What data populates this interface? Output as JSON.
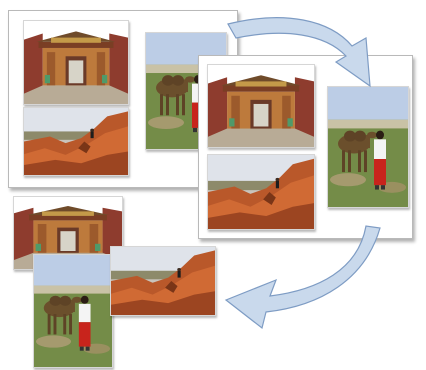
{
  "diagram": {
    "panels": [
      {
        "id": "source-collage",
        "photos": [
          "gate-photo",
          "camel-photo",
          "canyon-photo"
        ]
      },
      {
        "id": "layout-result",
        "photos": [
          "gate-photo",
          "canyon-photo",
          "camel-photo"
        ]
      },
      {
        "id": "loose-stack",
        "photos": [
          "gate-photo",
          "camel-photo",
          "canyon-photo"
        ]
      }
    ],
    "arrows": [
      {
        "from": "source-collage",
        "to": "layout-result"
      },
      {
        "from": "layout-result",
        "to": "loose-stack"
      }
    ],
    "colors": {
      "arrow_fill": "#c9d9ec",
      "arrow_edge": "#7e9cc4",
      "panel_border": "#b9b9b9"
    }
  }
}
